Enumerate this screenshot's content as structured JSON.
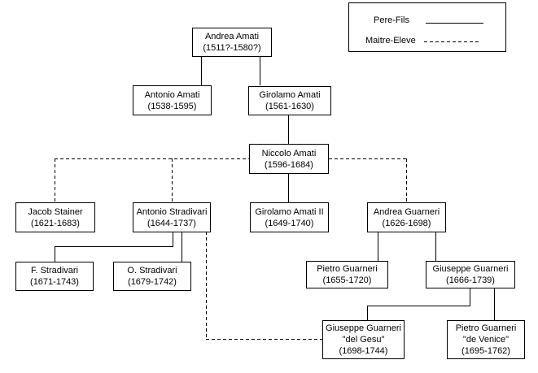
{
  "colors": {
    "line": "#000000",
    "background": "#ffffff",
    "text": "#000000"
  },
  "legend": {
    "pere_fils_label": "Pere-Fils",
    "maitre_eleve_label": "Maitre-Eleve"
  },
  "nodes": {
    "andrea_amati": {
      "name": "Andrea Amati",
      "years": "(1511?-1580?)"
    },
    "antonio_amati": {
      "name": "Antonio Amati",
      "years": "(1538-1595)"
    },
    "girolamo_amati": {
      "name": "Girolamo Amati",
      "years": "(1561-1630)"
    },
    "niccolo_amati": {
      "name": "Niccolo Amati",
      "years": "(1596-1684)"
    },
    "jacob_stainer": {
      "name": "Jacob Stainer",
      "years": "(1621-1683)"
    },
    "antonio_stradivari": {
      "name": "Antonio Stradivari",
      "years": "(1644-1737)"
    },
    "girolamo_amati_ii": {
      "name": "Girolamo Amati II",
      "years": "(1649-1740)"
    },
    "andrea_guarneri": {
      "name": "Andrea Guarneri",
      "years": "(1626-1698)"
    },
    "f_stradivari": {
      "name": "F. Stradivari",
      "years": "(1671-1743)"
    },
    "o_stradivari": {
      "name": "O. Stradivari",
      "years": "(1679-1742)"
    },
    "pietro_guarneri": {
      "name": "Pietro Guarneri",
      "years": "(1655-1720)"
    },
    "giuseppe_guarneri": {
      "name": "Giuseppe Guarneri",
      "years": "(1666-1739)"
    },
    "giuseppe_guarneri_del_gesu": {
      "name": "Giuseppe Guarneri",
      "nickname": "\"del Gesu\"",
      "years": "(1698-1744)"
    },
    "pietro_guarneri_de_venice": {
      "name": "Pietro Guarneri",
      "nickname": "\"de Venice\"",
      "years": "(1695-1762)"
    }
  },
  "relations": {
    "pere_fils": [
      [
        "Andrea Amati",
        "Antonio Amati"
      ],
      [
        "Andrea Amati",
        "Girolamo Amati"
      ],
      [
        "Girolamo Amati",
        "Niccolo Amati"
      ],
      [
        "Niccolo Amati",
        "Girolamo Amati II"
      ],
      [
        "Antonio Stradivari",
        "F. Stradivari"
      ],
      [
        "Antonio Stradivari",
        "O. Stradivari"
      ],
      [
        "Andrea Guarneri",
        "Pietro Guarneri"
      ],
      [
        "Andrea Guarneri",
        "Giuseppe Guarneri"
      ],
      [
        "Giuseppe Guarneri",
        "Giuseppe Guarneri \"del Gesu\""
      ],
      [
        "Giuseppe Guarneri",
        "Pietro Guarneri \"de Venice\""
      ]
    ],
    "maitre_eleve": [
      [
        "Niccolo Amati",
        "Jacob Stainer"
      ],
      [
        "Niccolo Amati",
        "Antonio Stradivari"
      ],
      [
        "Niccolo Amati",
        "Andrea Guarneri"
      ],
      [
        "Antonio Stradivari",
        "Giuseppe Guarneri \"del Gesu\""
      ]
    ]
  }
}
